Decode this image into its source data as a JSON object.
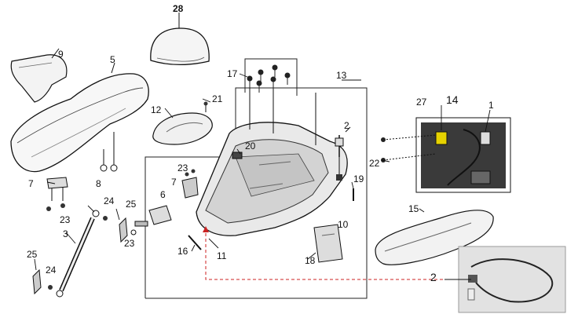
{
  "diagram": {
    "callouts": {
      "c28": "28",
      "c9": "9",
      "c5": "5",
      "c17": "17",
      "c13": "13",
      "c12": "12",
      "c21": "21",
      "c2": "2",
      "c27": "27",
      "c14": "14",
      "c1": "1",
      "c8": "8",
      "c20": "20",
      "c22": "22",
      "c7a": "7",
      "c23a": "23",
      "c7b": "7",
      "c19": "19",
      "c24a": "24",
      "c25a": "25",
      "c6": "6",
      "c15": "15",
      "c23b": "23",
      "c3": "3",
      "c23c": "23",
      "c10": "10",
      "c16": "16",
      "c11": "11",
      "c18": "18",
      "c25b": "25",
      "c24b": "24",
      "c2b": "2"
    }
  }
}
